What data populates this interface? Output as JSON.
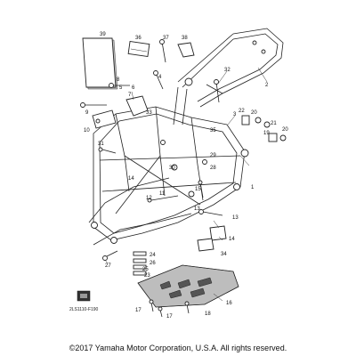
{
  "diagram": {
    "callouts": [
      "39",
      "36",
      "37",
      "38",
      "2",
      "32",
      "8",
      "6",
      "4",
      "5",
      "7",
      "33",
      "3",
      "22",
      "20",
      "21",
      "20",
      "19",
      "9",
      "10",
      "31",
      "35",
      "29",
      "28",
      "30",
      "1",
      "14",
      "11",
      "12",
      "15",
      "13",
      "13",
      "14",
      "24",
      "26",
      "25",
      "23",
      "27",
      "34",
      "16",
      "17",
      "17",
      "18"
    ],
    "reference_code": "2LS1110-F190"
  },
  "footer": {
    "copyright": "©2017 Yamaha Motor Corporation, U.S.A. All rights reserved."
  },
  "colors": {
    "line": "#222222",
    "shade": "#bdbdbd",
    "background": "#ffffff"
  }
}
